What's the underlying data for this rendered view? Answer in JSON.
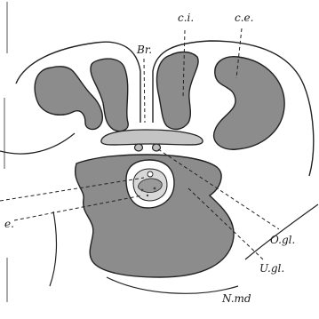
{
  "figure": {
    "labels": {
      "br": "Br.",
      "ci": "c.i.",
      "ce": "c.e.",
      "e": "e.",
      "ogl": "O.gl.",
      "ugl": "U.gl.",
      "nmd": "N.md"
    }
  }
}
